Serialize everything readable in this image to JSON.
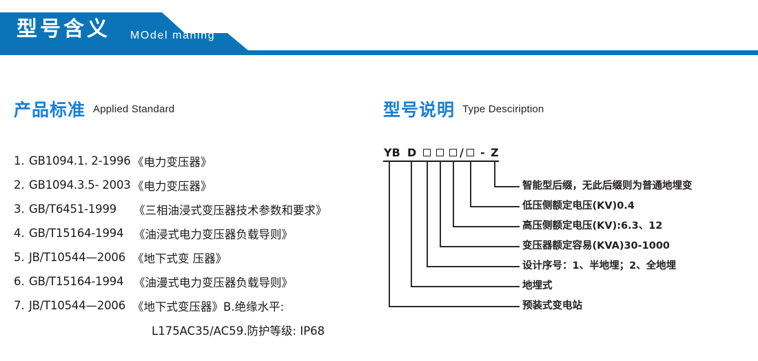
{
  "banner": {
    "title": "型号含义",
    "subtitle": "MOdel maning",
    "color": "#0b74b8"
  },
  "sections": {
    "left": {
      "cn": "产品标准",
      "en": "Applied Standard",
      "color": "#1a7fd4"
    },
    "right": {
      "cn": "型号说明",
      "en": "Type Desciription",
      "color": "#1a7fd4"
    }
  },
  "standards": [
    {
      "num": "1.",
      "code": "GB1094.1. 2-1996",
      "name": "《电力变压器》"
    },
    {
      "num": "2.",
      "code": "GB1094.3.5- 2003",
      "name": "《电力变压器》"
    },
    {
      "num": "3.",
      "code": "GB/T6451-1999",
      "name": "《三相油浸式变压器技术参数和要求》"
    },
    {
      "num": "4.",
      "code": "GB/T15164-1994",
      "name": "《油浸式电力变压器负载导则》"
    },
    {
      "num": "5.",
      "code": "JB/T10544—2006",
      "name": "《地下式变 压器》"
    },
    {
      "num": "6.",
      "code": "GB/T15164-1994",
      "name": "《油漫式电力变压器负载导则》"
    },
    {
      "num": "7.",
      "code": "JB/T10544—2006",
      "name": "《地下式变压器》B.绝缘水平:"
    }
  ],
  "standards_continuation": "L175AC35/AC59.防护等级: IP68",
  "type_code": {
    "tokens": [
      {
        "kind": "text",
        "text": "YB"
      },
      {
        "kind": "text",
        "text": "D"
      },
      {
        "kind": "box"
      },
      {
        "kind": "box"
      },
      {
        "kind": "box"
      },
      {
        "kind": "text",
        "text": "/"
      },
      {
        "kind": "box"
      },
      {
        "kind": "text",
        "text": "-"
      },
      {
        "kind": "text",
        "text": "Z"
      }
    ],
    "full": "YB D □□□/□ - Z"
  },
  "callouts": [
    {
      "text": "智能型后缀，无此后缀则为普通地埋变"
    },
    {
      "text": "低压侧额定电压(KV)0.4"
    },
    {
      "text": "高压侧额定电压(KV):6.3、12"
    },
    {
      "text": "变压器额定容易(KVA)30-1000"
    },
    {
      "text": "设计序号：1、半地埋；2、全地埋"
    },
    {
      "text": "地埋式"
    },
    {
      "text": "预装式变电站"
    }
  ]
}
